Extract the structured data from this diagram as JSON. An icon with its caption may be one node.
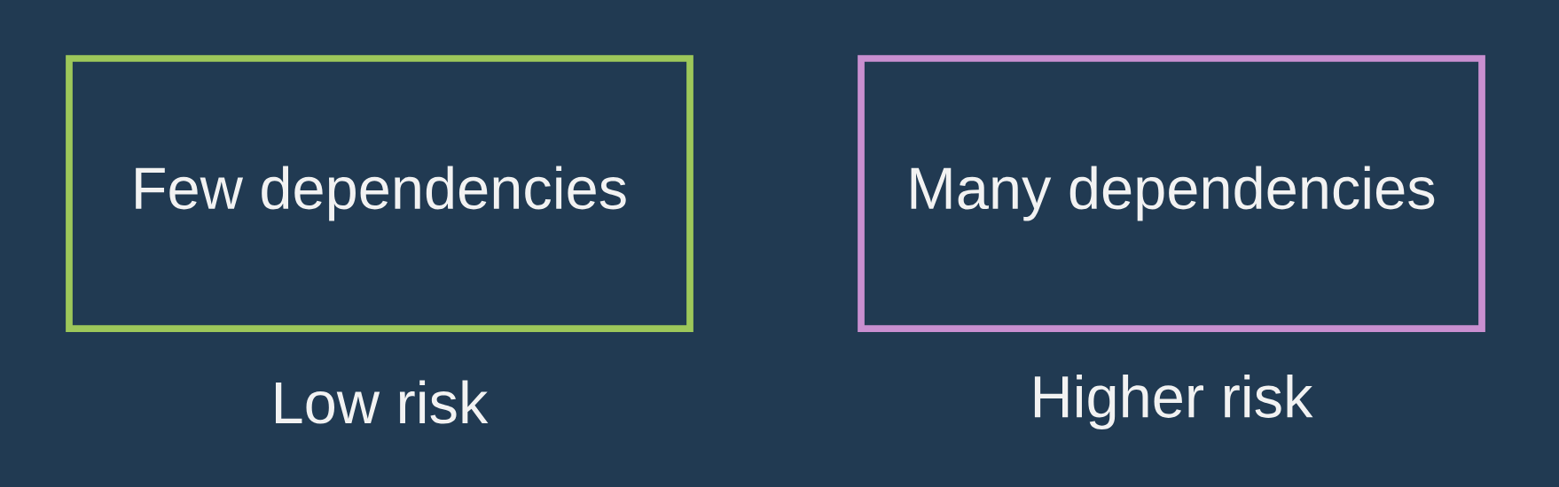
{
  "diagram": {
    "nodes": [
      {
        "text": [
          "Few dependencies"
        ],
        "beside": [
          "Low risk"
        ]
      },
      {
        "text": [
          "Many dependencies"
        ],
        "beside": [
          "Higher risk"
        ]
      }
    ]
  }
}
